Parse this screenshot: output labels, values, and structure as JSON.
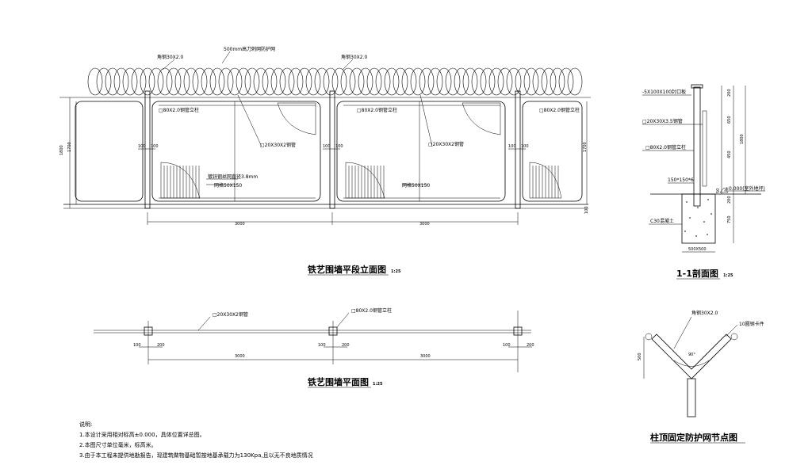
{
  "elevation": {
    "title": "铁艺围墙平段立面图",
    "scale": "1:25",
    "labels": {
      "angle_steel_left": "角钢30X2.0",
      "razor_wire": "500mm高刀刺网防护网",
      "angle_steel_right": "角钢30X2.0",
      "post1": "□80X2.0钢管立柱",
      "post2": "□80X2.0钢管立柱",
      "post3": "□80X2.0钢管立柱",
      "rail1": "□20X30X2钢管",
      "rail2": "□20X30X2钢管",
      "mesh_wire": "镀锌钢丝网直径3.8mm",
      "mesh_size_left": "网格50X150",
      "mesh_size_right": "网格50X150"
    },
    "dims": {
      "h1800": "1800",
      "h1700": "1700",
      "h1700r": "1700",
      "h100": "100",
      "span1": "3000",
      "span2": "3000",
      "g100a": "100",
      "g100b": "100",
      "g100c": "100",
      "g100d": "100",
      "g100e": "100",
      "g100f": "100"
    }
  },
  "section": {
    "title": "1-1剖面图",
    "scale": "1:25",
    "labels": {
      "plate": "-5X100X100封口板",
      "tube": "□20X30X3.5钢管",
      "post": "□80X2.0钢管立柱",
      "embed": "150*150*6",
      "ground": "±0.000(室外地坪)",
      "concrete": "C30混凝土",
      "base": "500X500"
    },
    "dims": {
      "d200": "200",
      "d650": "650",
      "d450": "450",
      "d1800": "1800",
      "d50": "50",
      "d200b": "200",
      "d750": "750"
    }
  },
  "plan": {
    "title": "铁艺围墙平面图",
    "scale": "1:25",
    "labels": {
      "tube": "□20X30X2钢管",
      "post": "□80X2.0钢管立柱"
    },
    "dims": {
      "span1": "3000",
      "span2": "3000",
      "a1": "100",
      "a2": "200",
      "b1": "100",
      "b2": "200",
      "c1": "100",
      "c2": "200"
    }
  },
  "detail": {
    "title": "柱顶固定防护网节点图",
    "labels": {
      "angle": "角钢30X2.0",
      "screw": "10圆钢卡件",
      "deg": "90°",
      "h500": "500"
    }
  },
  "notes": {
    "heading": "说明:",
    "lines": [
      "1.本设计采用相对标高±0.000，具体位置详总图。",
      "2.本图尺寸单位毫米，标高米。",
      "3.由于本工程未提供地勘报告，现建筑做物基础暂按地基承载力为130Kpa,且以无不良地质情况"
    ]
  }
}
